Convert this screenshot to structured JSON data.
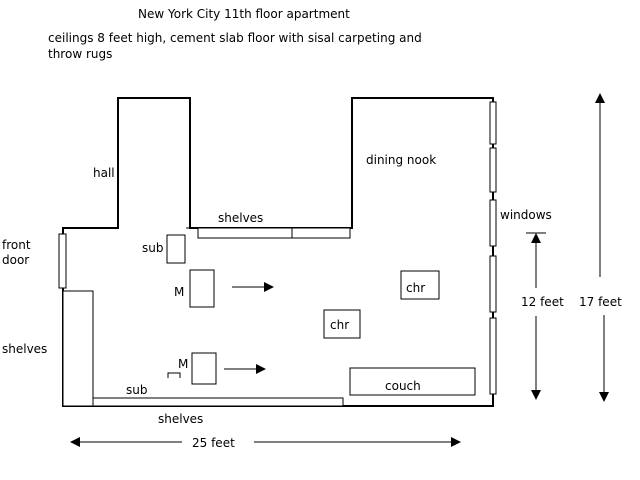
{
  "title": "New York City  11th floor apartment",
  "notes": {
    "line1": "ceilings 8 feet high, cement slab floor with sisal carpeting and",
    "line2": "throw rugs"
  },
  "labels": {
    "hall": "hall",
    "dining_nook": "dining nook",
    "windows": "windows",
    "front_door_line1": "front",
    "front_door_line2": "door",
    "shelves_top": "shelves",
    "shelves_left": "shelves",
    "shelves_bottom": "shelves",
    "sub_top": "sub",
    "sub_bottom": "sub",
    "m_top": "M",
    "m_bottom": "M",
    "chair_right": "chr",
    "chair_center": "chr",
    "couch": "couch"
  },
  "dimensions": {
    "width": "25 feet",
    "depth_inner": "12 feet",
    "depth_total": "17 feet"
  }
}
